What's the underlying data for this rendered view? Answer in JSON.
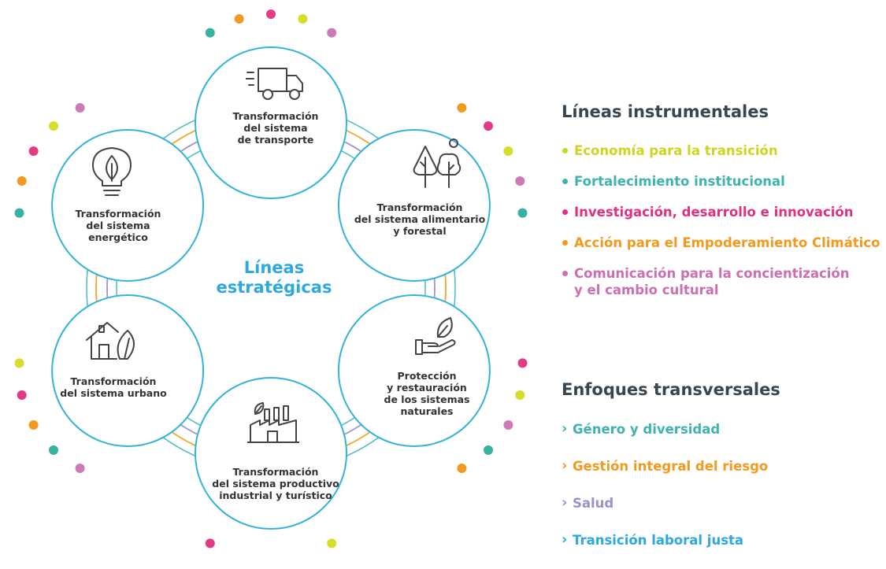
{
  "diagram": {
    "center_title": "Líneas\nestratégicas",
    "nodes": [
      {
        "id": "transporte",
        "label": "Transformación\ndel sistema\nde transporte",
        "icon": "truck-icon"
      },
      {
        "id": "alimentario",
        "label": "Transformación\ndel sistema alimentario\ny forestal",
        "icon": "trees-icon"
      },
      {
        "id": "naturales",
        "label": "Protección\ny restauración\nde los sistemas\nnaturales",
        "icon": "hand-leaf-icon"
      },
      {
        "id": "productivo",
        "label": "Transformación\ndel sistema productivo\nindustrial y turístico",
        "icon": "factory-icon"
      },
      {
        "id": "urbano",
        "label": "Transformación\ndel sistema urbano",
        "icon": "house-leaf-icon"
      },
      {
        "id": "energetico",
        "label": "Transformación\ndel sistema\nenergético",
        "icon": "lightbulb-leaf-icon"
      }
    ],
    "colors": {
      "circle_stroke": "#34b3d6",
      "ring_teal": "#4dbdc4",
      "ring_orange": "#f4a52c",
      "ring_purple": "#a693cc",
      "dot_teal": "#35b3a0",
      "dot_orange": "#f29a1f",
      "dot_pink": "#e33b86",
      "dot_yellow": "#d6dd2a",
      "dot_mauve": "#cc7bb7"
    }
  },
  "lineas_instrumentales": {
    "heading": "Líneas instrumentales",
    "items": [
      {
        "text": "Economía para la transición",
        "color": "#cdd61e"
      },
      {
        "text": "Fortalecimiento institucional",
        "color": "#3fb3ad"
      },
      {
        "text": "Investigación, desarrollo e innovación",
        "color": "#e0317e"
      },
      {
        "text": "Acción para el Empoderamiento Climático",
        "color": "#f29a1f"
      },
      {
        "text": "Comunicación para la concientización\ny el cambio cultural",
        "color": "#cc6fb0"
      }
    ]
  },
  "enfoques_transversales": {
    "heading": "Enfoques transversales",
    "items": [
      {
        "text": "Género y diversidad",
        "color": "#3fb3ad"
      },
      {
        "text": "Gestión integral del riesgo",
        "color": "#f29a1f"
      },
      {
        "text": "Salud",
        "color": "#a08fc9"
      },
      {
        "text": "Transición laboral justa",
        "color": "#2ea8dd"
      }
    ]
  }
}
